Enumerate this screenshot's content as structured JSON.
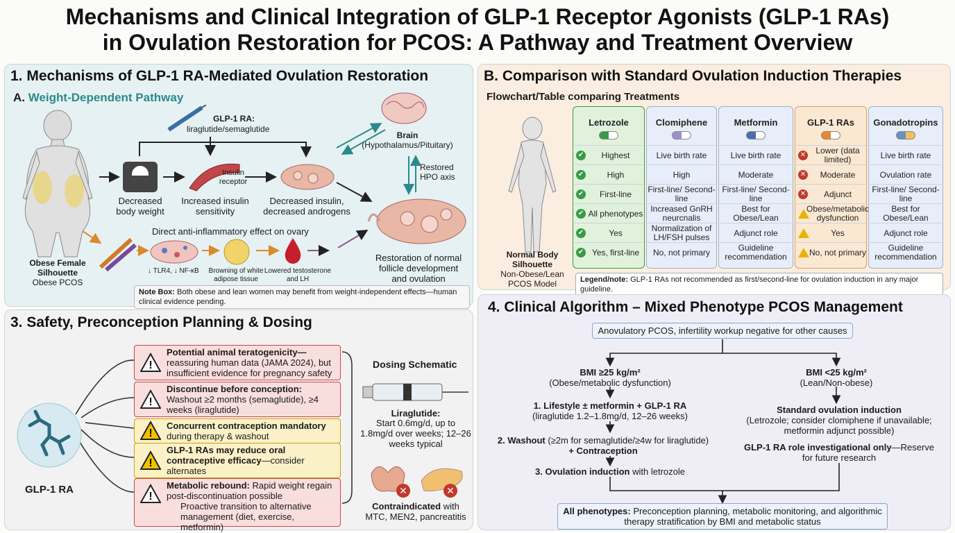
{
  "title": {
    "line1": "Mechanisms and Clinical Integration of GLP-1 Receptor Agonists (GLP-1 RAs)",
    "line2": "in Ovulation Restoration for PCOS: A Pathway and Treatment Overview"
  },
  "panel1": {
    "heading": "1. Mechanisms of GLP-1 RA-Mediated Ovulation Restoration",
    "subheading_prefix": "A. ",
    "subheading": "Weight-Dependent Pathway",
    "drug_label_1": "GLP-1 RA:",
    "drug_label_2": "liraglutide/semaglutide",
    "brain_1": "Brain",
    "brain_2": "(Hypothalamus/Pituitary)",
    "hpo_1": "Restored",
    "hpo_2": "HPO axis",
    "step_weight_1": "Decreased",
    "step_weight_2": "body weight",
    "insulin_receptor_1": "Insulin",
    "insulin_receptor_2": "receptor",
    "step_insulin_1": "Increased insulin",
    "step_insulin_2": "sensitivity",
    "step_androgen_1": "Decreased insulin,",
    "step_androgen_2": "decreased androgens",
    "patient_1": "Obese Female",
    "patient_2": "Silhouette",
    "patient_3": "Obese PCOS",
    "direct_effect": "Direct anti-inflammatory effect on ovary",
    "tlr": "↓ TLR4, ↓ NF-κB",
    "browning_1": "Browning of white",
    "browning_2": "adipose tissue",
    "testosterone_1": "Lowered testosterone",
    "testosterone_2": "and LH",
    "restoration_1": "Restoration of normal",
    "restoration_2": "follicle development",
    "restoration_3": "and ovulation",
    "note_label": "Note Box:",
    "note_text": " Both obese and lean women may benefit from weight-independent effects—human clinical evidence pending."
  },
  "panel2": {
    "heading": "B. Comparison with Standard Ovulation Induction Therapies",
    "subheading": "Flowchart/Table comparing Treatments",
    "body_1": "Normal Body",
    "body_2": "Silhouette",
    "body_3": "Non-Obese/Lean",
    "body_4": "PCOS Model",
    "columns": [
      "Letrozole",
      "Clomiphene",
      "Metformin",
      "GLP-1 RAs",
      "Gonadotropins"
    ],
    "letrozole": [
      "Highest",
      "High",
      "First-line",
      "All phenotypes",
      "Yes",
      "Yes, first-line"
    ],
    "clomiphene": [
      "Live birth rate",
      "High",
      "First-line/ Second-line",
      "Increased GnRH neurcnalis",
      "Normalization of LH/FSH pulses",
      "No, not primary"
    ],
    "metformin": [
      "Live birth rate",
      "Moderate",
      "First-line/ Second-line",
      "Best for Obese/Lean",
      "Adjunct role",
      "Guideline recommendation"
    ],
    "glp1": [
      "Lower (data limited)",
      "Moderate",
      "Adjunct",
      "Obese/metabolic dysfunction",
      "Yes",
      "No, not primary"
    ],
    "gonadotropins": [
      "Live birth rate",
      "Ovulation rate",
      "First-line/ Second-line",
      "Best for Obese/Lean",
      "Adjunct role",
      "Guideline recommendation"
    ],
    "legend_label": "Legend/note:",
    "legend_text": " GLP-1 RAs not recommended as first/second-line for ovulation induction in any major guideline."
  },
  "panel3": {
    "heading": "3. Safety, Preconception Planning & Dosing",
    "glp_label": "GLP-1 RA",
    "w1_bold": "Potential animal teratogenicity—",
    "w1_text": "reassuring human data (JAMA 2024), but insufficient evidence for pregnancy safety",
    "w2_bold": "Discontinue before conception:",
    "w2_text": "Washout ≥2 months (semaglutide), ≥4 weeks (liraglutide)",
    "w3_bold": "Concurrent contraception mandatory",
    "w3_text": "during therapy & washout",
    "w4_bold": "GLP-1 RAs may reduce oral contraceptive efficacy",
    "w4_text": "—consider alternates",
    "w5_bold": "Metabolic rebound:",
    "w5_text": " Rapid weight regain post-discontinuation possible",
    "w5_sub": "Proactive transition to alternative management (diet, exercise, metformin)",
    "dosing_title": "Dosing Schematic",
    "dose_drug": "Liraglutide:",
    "dose_text": "Start 0.6mg/d, up to 1.8mg/d over weeks; 12–26 weeks typical",
    "contra_bold": "Contraindicated",
    "contra_text_1": " with",
    "contra_text_2": "MTC, MEN2, pancreatitis"
  },
  "panel4": {
    "heading": "4. Clinical Algorithm – Mixed Phenotype PCOS Management",
    "start": "Anovulatory PCOS, infertility workup negative for other causes",
    "left_bmi": "BMI ≥25 kg/m²",
    "left_bmi_sub": "(Obese/metabolic dysfunction)",
    "left_s1": "1. Lifestyle ± metformin + GLP-1 RA",
    "left_s1_sub": "(liraglutide 1.2–1.8mg/d, 12–26 weeks)",
    "left_s2_bold": "2. Washout",
    "left_s2_text": " (≥2m for semaglutide/≥4w for liraglutide)",
    "left_s2_b2": "+ Contraception",
    "left_s3_bold": "3. Ovulation induction",
    "left_s3_text": " with letrozole",
    "right_bmi": "BMI <25 kg/m²",
    "right_bmi_sub": "(Lean/Non-obese)",
    "right_s1": "Standard ovulation induction",
    "right_s1_sub1": "(Letrozole; consider clomiphene if unavailable;",
    "right_s1_sub2": "metformin adjunct possible)",
    "right_s2_bold": "GLP-1 RA role investigational only",
    "right_s2_text": "—Reserve",
    "right_s2_text2": "for future research",
    "end_bold": "All phenotypes:",
    "end_text": " Preconception planning, metabolic monitoring, and algorithmic",
    "end_text2": "therapy stratification by BMI and metabolic status"
  },
  "colors": {
    "teal": "#2a8a8a",
    "check": "#3a9a46",
    "cross": "#c0392b",
    "warn": "#e6b400"
  }
}
